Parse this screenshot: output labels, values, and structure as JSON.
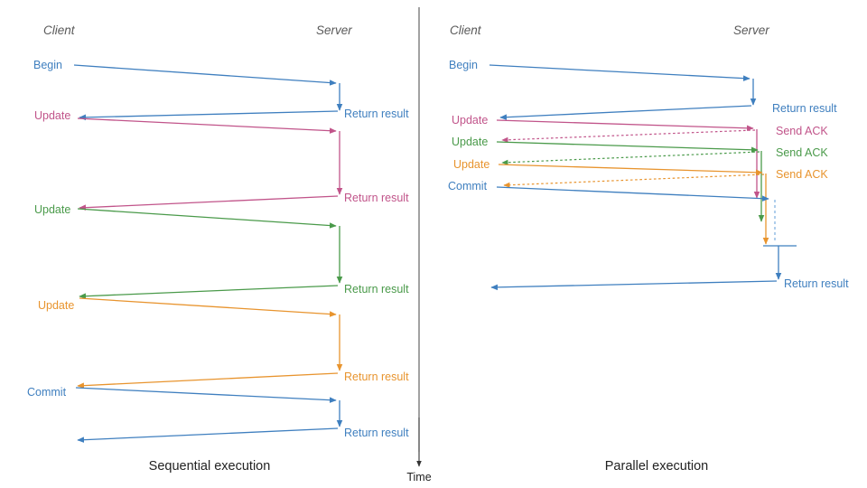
{
  "figure": {
    "divider_color": "#555555",
    "time_axis": {
      "label": "Time",
      "color": "#333333"
    },
    "panels": [
      {
        "id": "sequential",
        "caption": "Sequential execution",
        "lanes": {
          "client": "Client",
          "server": "Server"
        },
        "messages": [
          {
            "label": "Begin",
            "color": "#3f7fbf",
            "side": "client"
          },
          {
            "label": "Return result",
            "color": "#3f7fbf",
            "side": "server"
          },
          {
            "label": "Update",
            "color": "#c1548a",
            "side": "client"
          },
          {
            "label": "Return result",
            "color": "#c1548a",
            "side": "server"
          },
          {
            "label": "Update",
            "color": "#4a9a4a",
            "side": "client"
          },
          {
            "label": "Return result",
            "color": "#4a9a4a",
            "side": "server"
          },
          {
            "label": "Update",
            "color": "#e8942e",
            "side": "client"
          },
          {
            "label": "Return result",
            "color": "#e8942e",
            "side": "server"
          },
          {
            "label": "Commit",
            "color": "#3f7fbf",
            "side": "client"
          },
          {
            "label": "Return result",
            "color": "#3f7fbf",
            "side": "server"
          }
        ]
      },
      {
        "id": "parallel",
        "caption": "Parallel execution",
        "lanes": {
          "client": "Client",
          "server": "Server"
        },
        "messages": [
          {
            "label": "Begin",
            "color": "#3f7fbf",
            "side": "client"
          },
          {
            "label": "Return result",
            "color": "#3f7fbf",
            "side": "server"
          },
          {
            "label": "Update",
            "color": "#c1548a",
            "side": "client"
          },
          {
            "label": "Send ACK",
            "color": "#c1548a",
            "side": "server"
          },
          {
            "label": "Update",
            "color": "#4a9a4a",
            "side": "client"
          },
          {
            "label": "Send ACK",
            "color": "#4a9a4a",
            "side": "server"
          },
          {
            "label": "Update",
            "color": "#e8942e",
            "side": "client"
          },
          {
            "label": "Send ACK",
            "color": "#e8942e",
            "side": "server"
          },
          {
            "label": "Commit",
            "color": "#3f7fbf",
            "side": "client"
          },
          {
            "label": "Return result",
            "color": "#3f7fbf",
            "side": "server"
          }
        ]
      }
    ]
  }
}
